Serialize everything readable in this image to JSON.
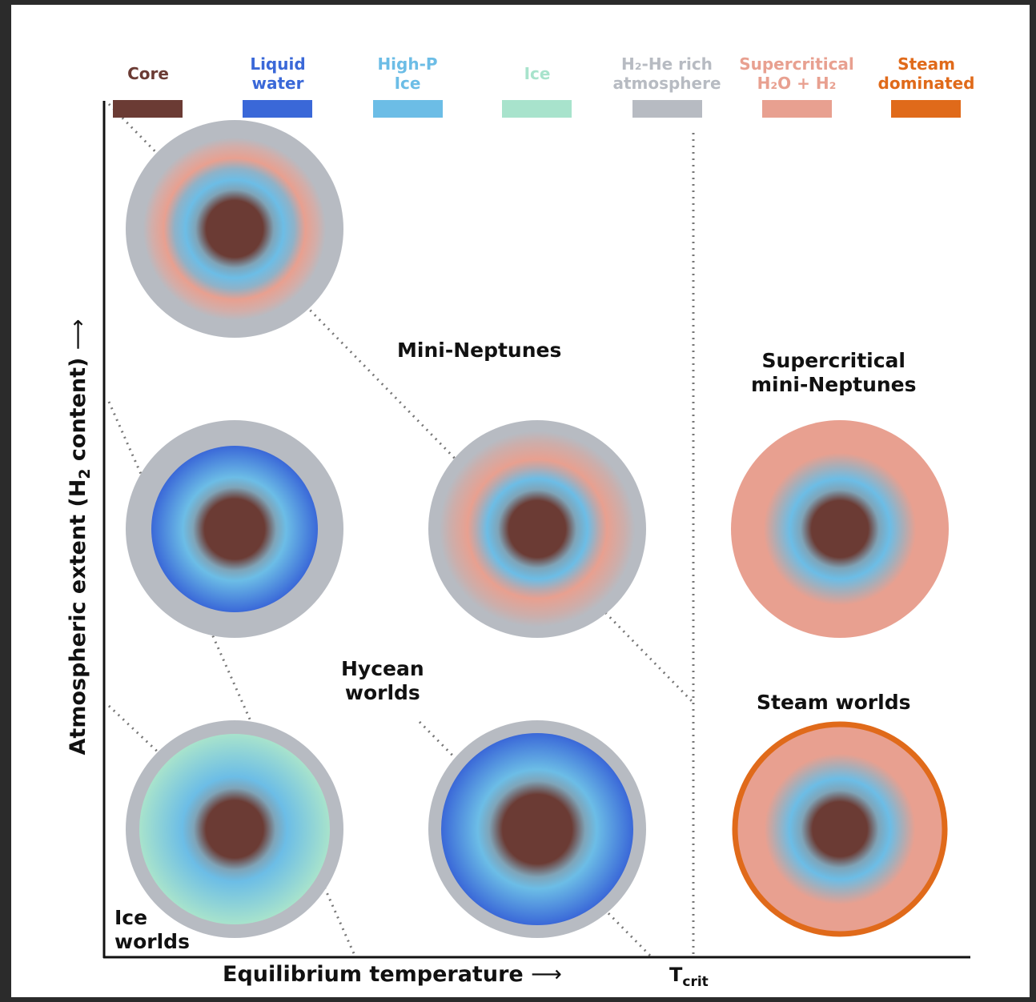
{
  "legend": [
    {
      "id": "core",
      "line1": "Core",
      "line2": "",
      "color": "#6b3b34"
    },
    {
      "id": "liquid-water",
      "line1": "Liquid",
      "line2": "water",
      "color": "#3a68d8"
    },
    {
      "id": "high-p-ice",
      "line1": "High-P",
      "line2": "Ice",
      "color": "#6cbde6"
    },
    {
      "id": "ice",
      "line1": "Ice",
      "line2": "",
      "color": "#a8e3cc"
    },
    {
      "id": "h2-he-atmosphere",
      "line1": "H₂-He rich",
      "line2": "atmosphere",
      "color": "#b7bbc2"
    },
    {
      "id": "supercritical",
      "line1": "Supercritical",
      "line2": "H₂O + H₂",
      "color": "#e8a090"
    },
    {
      "id": "steam",
      "line1": "Steam",
      "line2": "dominated",
      "color": "#e06a1a"
    }
  ],
  "regions": {
    "mini_neptunes": "Mini-Neptunes",
    "supercritical_line1": "Supercritical",
    "supercritical_line2": "mini-Neptunes",
    "hycean_line1": "Hycean",
    "hycean_line2": "worlds",
    "steam_worlds": "Steam worlds",
    "ice_line1": "Ice",
    "ice_line2": "worlds"
  },
  "axes": {
    "x_label": "Equilibrium temperature",
    "y_label_prefix": "Atmospheric extent (H",
    "y_label_sub": "2",
    "y_label_suffix": " content)",
    "arrow": "⟶",
    "tcrit_main": "T",
    "tcrit_sub": "crit"
  },
  "planets": [
    {
      "id": "mini-neptune-cold",
      "layers": [
        "core",
        "high-p-ice",
        "supercritical",
        "h2-he-atmosphere"
      ]
    },
    {
      "id": "hycean-thick-atmosphere",
      "layers": [
        "core",
        "high-p-ice",
        "liquid-water",
        "h2-he-atmosphere"
      ]
    },
    {
      "id": "mini-neptune-warm",
      "layers": [
        "core",
        "high-p-ice",
        "supercritical",
        "h2-he-atmosphere"
      ]
    },
    {
      "id": "supercritical-mini-neptune",
      "layers": [
        "core",
        "high-p-ice",
        "supercritical"
      ]
    },
    {
      "id": "ice-world",
      "layers": [
        "core",
        "high-p-ice",
        "ice",
        "h2-he-atmosphere"
      ]
    },
    {
      "id": "hycean-thin-atmosphere",
      "layers": [
        "core",
        "high-p-ice",
        "liquid-water",
        "h2-he-atmosphere"
      ]
    },
    {
      "id": "steam-world",
      "layers": [
        "core",
        "high-p-ice",
        "supercritical",
        "steam"
      ]
    }
  ]
}
